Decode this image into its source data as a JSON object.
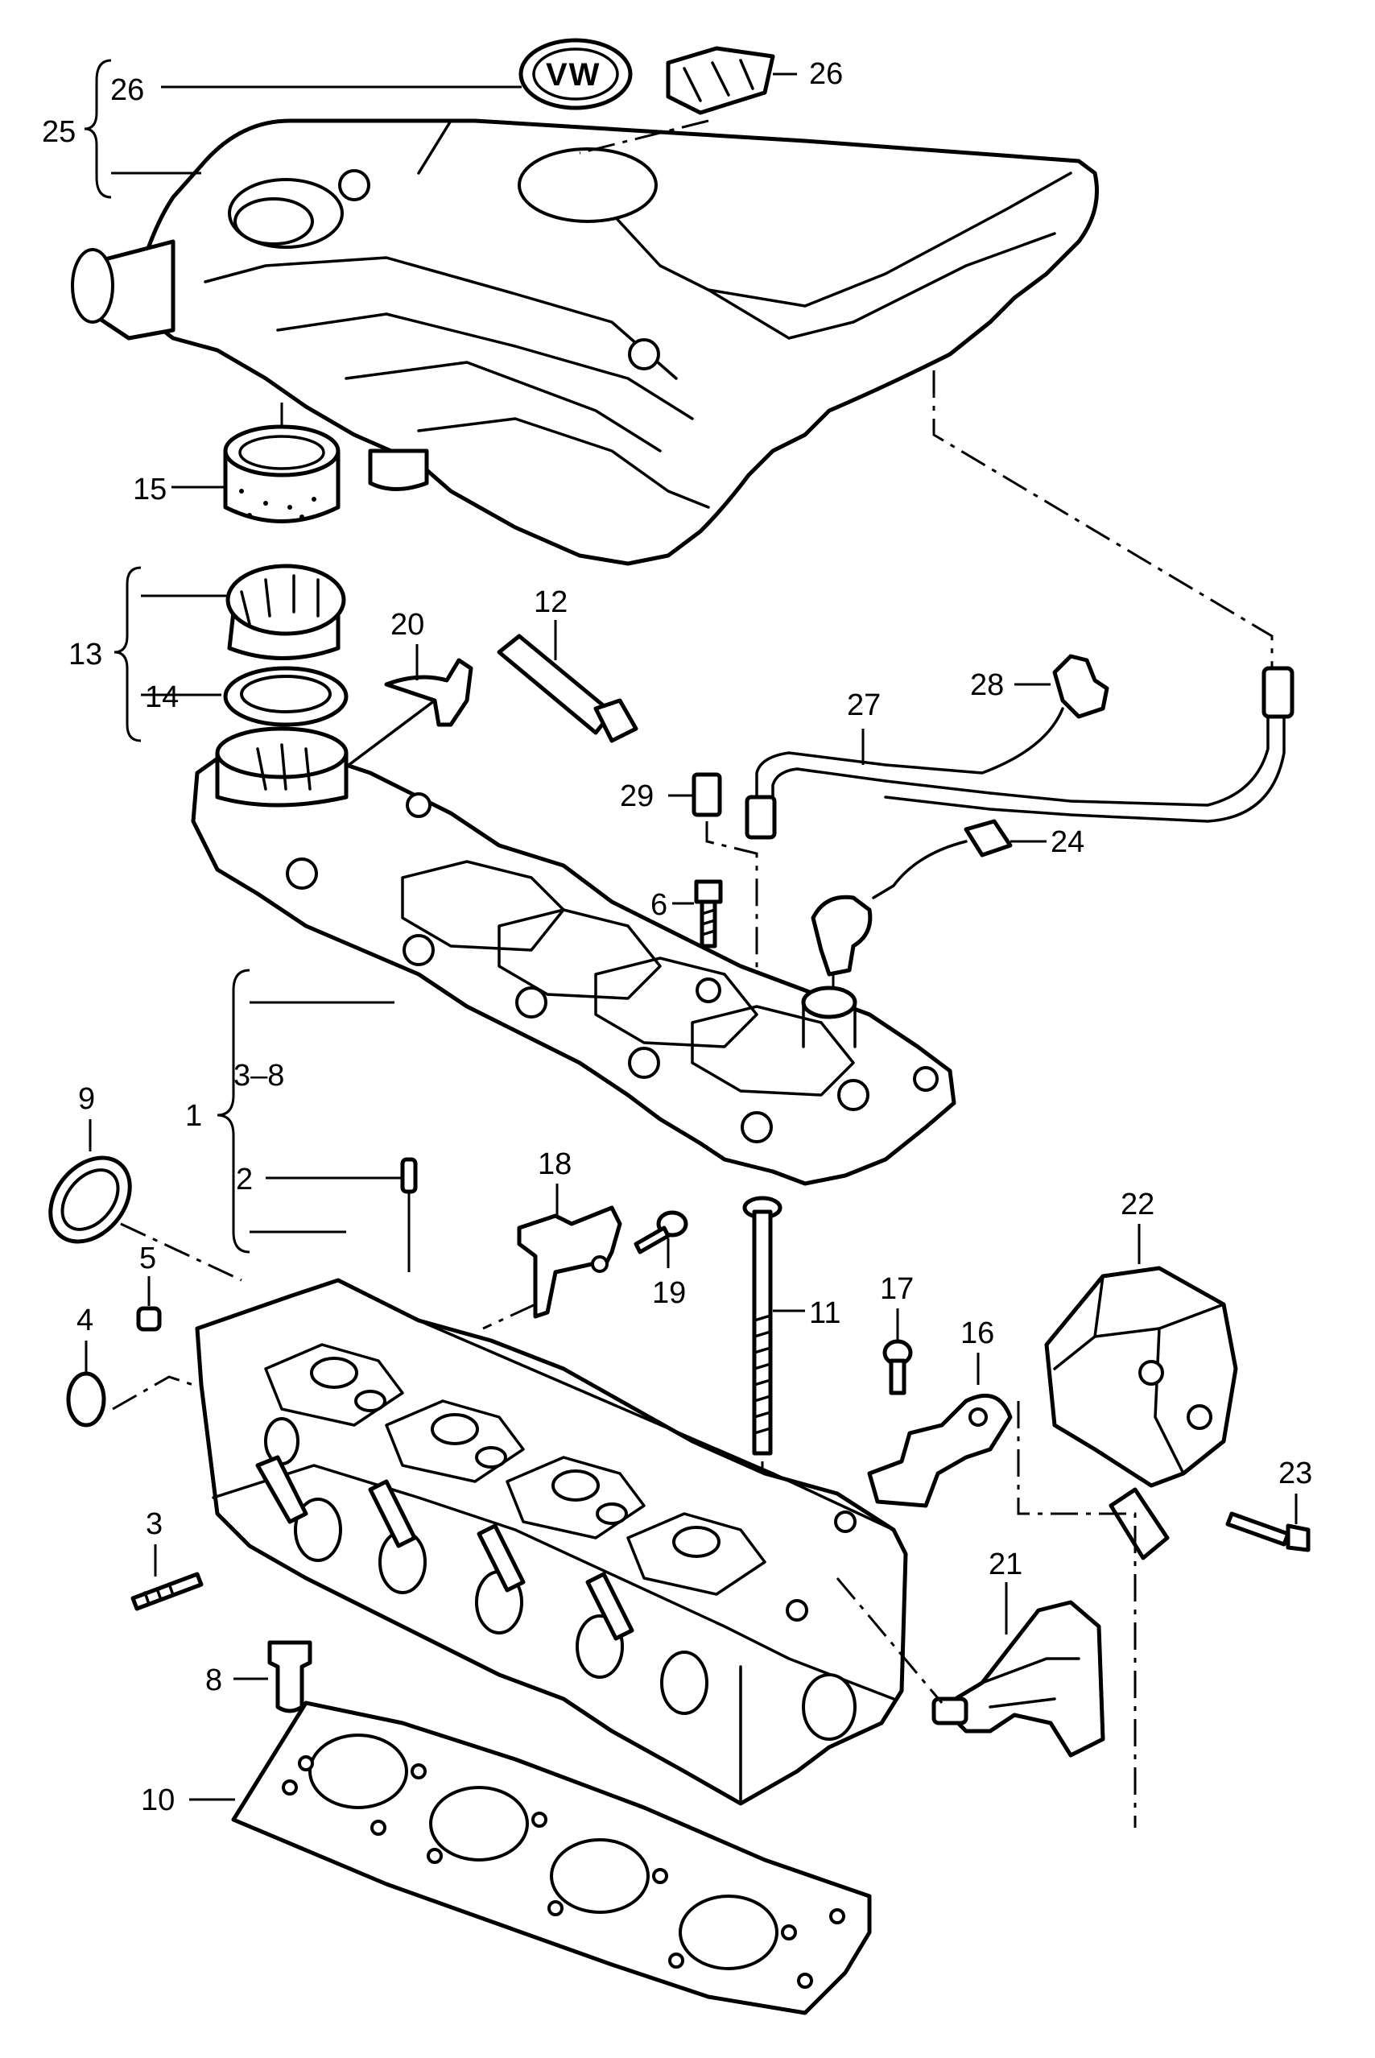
{
  "labels": {
    "l26a": "26",
    "l26b": "26",
    "l25": "25",
    "l15": "15",
    "l13": "13",
    "l14": "14",
    "l20": "20",
    "l12": "12",
    "l28": "28",
    "l27": "27",
    "l29": "29",
    "l24": "24",
    "l6": "6",
    "l1": "1",
    "l38": "3–8",
    "l9": "9",
    "l2": "2",
    "l18": "18",
    "l19": "19",
    "l11": "11",
    "l22": "22",
    "l5": "5",
    "l17": "17",
    "l16": "16",
    "l4": "4",
    "l23": "23",
    "l3": "3",
    "l21": "21",
    "l8": "8",
    "l10": "10"
  },
  "emblem": {
    "text": "VW"
  }
}
